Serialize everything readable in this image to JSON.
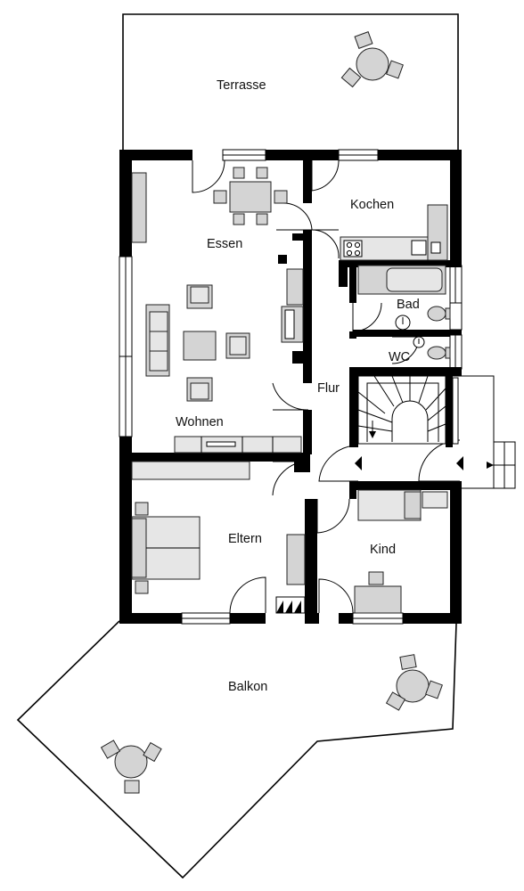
{
  "rooms": {
    "terrasse": "Terrasse",
    "kochen": "Kochen",
    "essen": "Essen",
    "bad": "Bad",
    "wc": "WC",
    "flur": "Flur",
    "wohnen": "Wohnen",
    "eltern": "Eltern",
    "kind": "Kind",
    "balkon": "Balkon"
  }
}
